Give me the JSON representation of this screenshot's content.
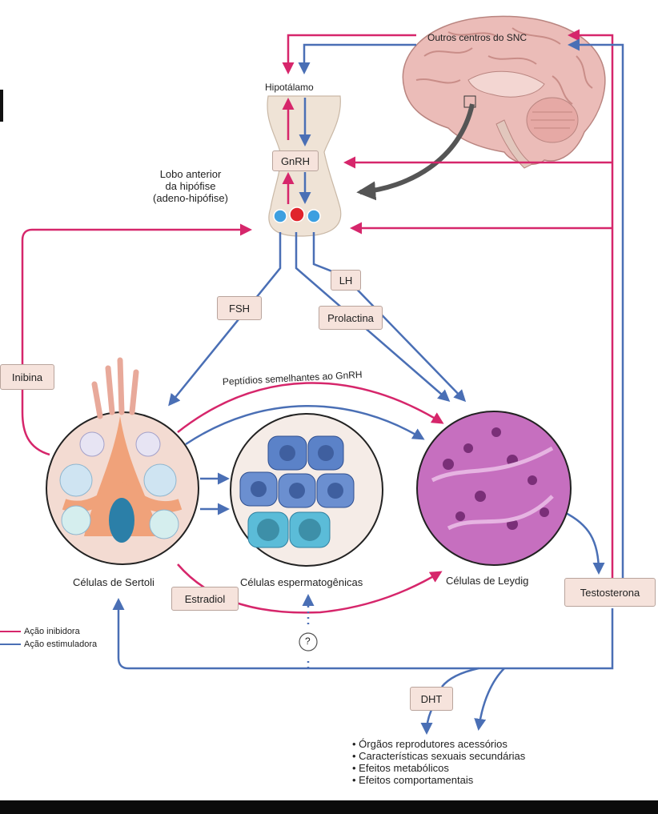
{
  "labels": {
    "outros_centros": "Outros centros do SNC",
    "hipotalamo": "Hipotálamo",
    "gnrh": "GnRH",
    "lobo_l1": "Lobo anterior",
    "lobo_l2": "da hipófise",
    "lobo_l3": "(adeno-hipófise)",
    "lh": "LH",
    "fsh": "FSH",
    "prolactina": "Prolactina",
    "inibina": "Inibina",
    "peptidios": "Peptídios semelhantes ao GnRH",
    "sertoli": "Células de Sertoli",
    "espermatogenicas": "Células espermatogênicas",
    "leydig": "Células de Leydig",
    "estradiol": "Estradiol",
    "testosterona": "Testosterona",
    "question": "?",
    "dht": "DHT"
  },
  "effects": [
    "Órgãos reprodutores acessórios",
    "Características sexuais secundárias",
    "Efeitos metabólicos",
    "Efeitos comportamentais"
  ],
  "legend": {
    "inhibitory": "Ação inibidora",
    "stimulatory": "Ação estimuladora"
  },
  "colors": {
    "inhibitory": "#d6266b",
    "stimulatory": "#4a6fb5",
    "brain": "#e8b4b1",
    "pituitary": "#efe3d6",
    "leydig": "#c66fbf",
    "label_box": "#f6e3dc"
  }
}
